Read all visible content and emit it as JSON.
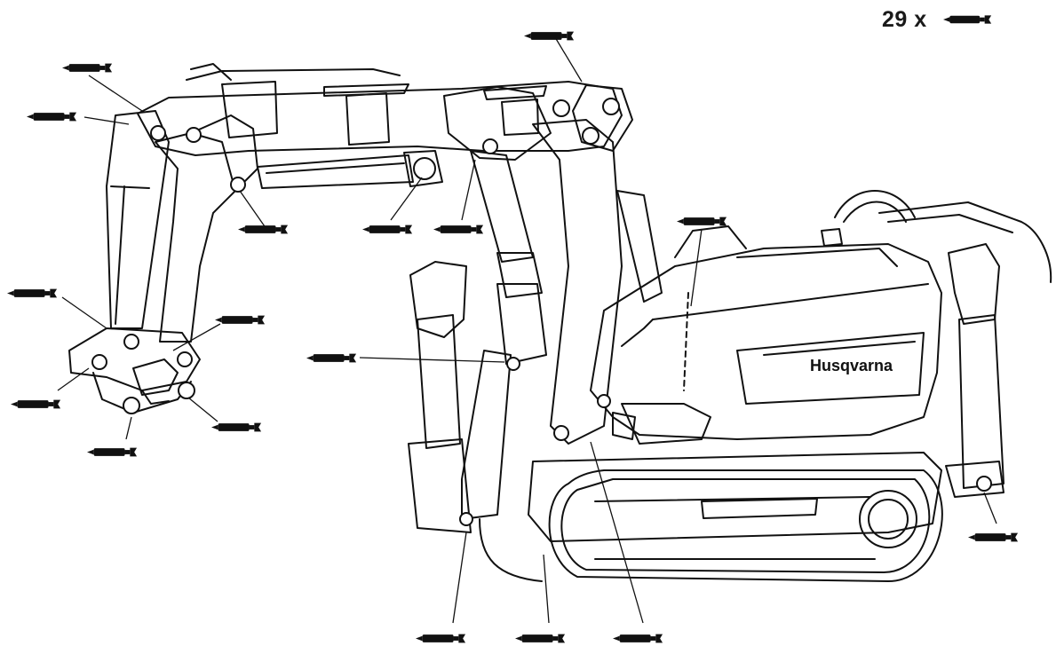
{
  "header": {
    "count_text": "29 x",
    "icon": "grease-gun-icon"
  },
  "machine": {
    "brand_text": "Husqvarna",
    "description_icon": "demolition-robot-illustration"
  },
  "callouts": [
    {
      "id": "boom-top-pivot",
      "icon": "grease-gun-icon"
    },
    {
      "id": "arm-top-left-pivot",
      "icon": "grease-gun-icon"
    },
    {
      "id": "arm-upper-pin",
      "icon": "grease-gun-icon"
    },
    {
      "id": "arm-cylinder-rod-end",
      "icon": "grease-gun-icon"
    },
    {
      "id": "arm-cylinder-base",
      "icon": "grease-gun-icon"
    },
    {
      "id": "boom-cylinder-top",
      "icon": "grease-gun-icon"
    },
    {
      "id": "machine-top-hatch",
      "icon": "grease-gun-icon"
    },
    {
      "id": "tool-link-left",
      "icon": "grease-gun-icon"
    },
    {
      "id": "tool-link-center",
      "icon": "grease-gun-icon"
    },
    {
      "id": "boom-lower-cylinder",
      "icon": "grease-gun-icon"
    },
    {
      "id": "tool-pin-left",
      "icon": "grease-gun-icon"
    },
    {
      "id": "tool-pin-bottom",
      "icon": "grease-gun-icon"
    },
    {
      "id": "tool-pin-right",
      "icon": "grease-gun-icon"
    },
    {
      "id": "rear-outrigger",
      "icon": "grease-gun-icon"
    },
    {
      "id": "front-outrigger-foot",
      "icon": "grease-gun-icon"
    },
    {
      "id": "track-center",
      "icon": "grease-gun-icon"
    },
    {
      "id": "boom-base-pivot",
      "icon": "grease-gun-icon"
    }
  ]
}
